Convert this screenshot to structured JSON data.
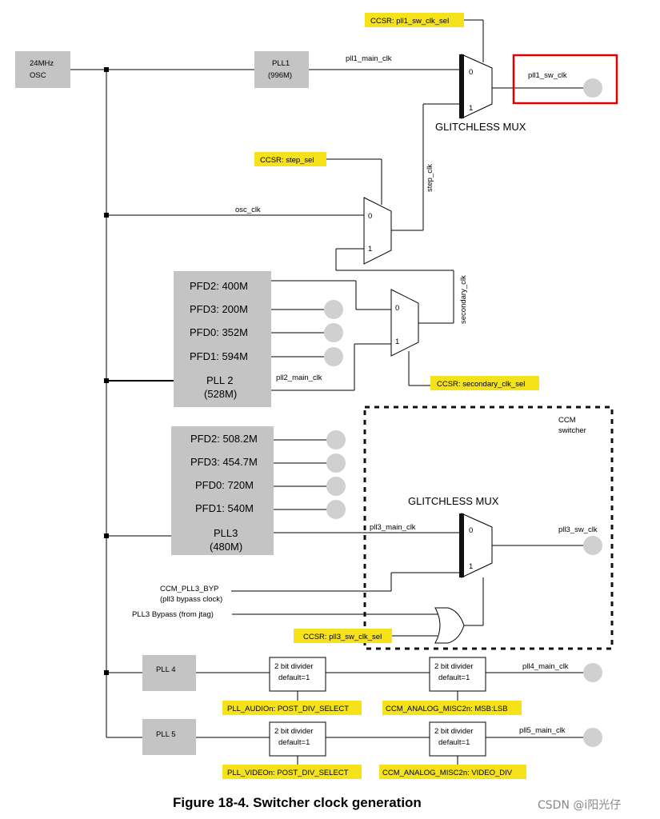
{
  "osc": {
    "line1": "24MHz",
    "line2": "OSC"
  },
  "pll1": {
    "line1": "PLL1",
    "line2": "(996M)"
  },
  "labels": {
    "pll1_main_clk": "pll1_main_clk",
    "pll1_sw_clk": "pll1_sw_clk",
    "ccsr_pll1_sw_clk_sel": "CCSR: pll1_sw_clk_sel",
    "glitchless_mux_1": "GLITCHLESS MUX",
    "ccsr_step_sel": "CCSR: step_sel",
    "step_clk": "step_clk",
    "osc_clk": "osc_clk",
    "secondary_clk": "secondary_clk",
    "pll2_main_clk": "pll2_main_clk",
    "ccsr_secondary_clk_sel": "CCSR: secondary_clk_sel",
    "ccm_switcher_1": "CCM",
    "ccm_switcher_2": "switcher",
    "glitchless_mux_2": "GLITCHLESS MUX",
    "pll3_main_clk": "pll3_main_clk",
    "pll3_sw_clk": "pll3_sw_clk",
    "ccm_pll3_byp": "CCM_PLL3_BYP",
    "pll3_bypass_clock": "(pll3 bypass clock)",
    "pll3_bypass_jtag": "PLL3 Bypass (from jtag)",
    "ccsr_pll3_sw_clk_sel": "CCSR: pll3_sw_clk_sel",
    "pll4_main_clk": "pll4_main_clk",
    "pll5_main_clk": "pll5_main_clk",
    "pll_audio_post_div": "PLL_AUDIOn: POST_DIV_SELECT",
    "ccm_analog_misc2n_msb_lsb": "CCM_ANALOG_MISC2n: MSB:LSB",
    "pll_video_post_div": "PLL_VIDEOn: POST_DIV_SELECT",
    "ccm_analog_misc2n_video_div": "CCM_ANALOG_MISC2n: VIDEO_DIV",
    "mux_0": "0",
    "mux_1": "1"
  },
  "pll2": {
    "pfds": [
      "PFD2: 400M",
      "PFD3: 200M",
      "PFD0: 352M",
      "PFD1: 594M"
    ],
    "name": "PLL 2",
    "freq": "(528M)"
  },
  "pll3": {
    "pfds": [
      "PFD2: 508.2M",
      "PFD3: 454.7M",
      "PFD0: 720M",
      "PFD1: 540M"
    ],
    "name": "PLL3",
    "freq": "(480M)"
  },
  "pll4": {
    "name": "PLL 4"
  },
  "pll5": {
    "name": "PLL 5"
  },
  "divider": {
    "line1": "2 bit divider",
    "line2": "default=1"
  },
  "caption": "Figure 18-4. Switcher clock generation",
  "watermark": "CSDN @i阳光仔",
  "colors": {
    "highlight": "#f5e21b",
    "block": "#c4c4c4",
    "annotation_box": "#e00000"
  }
}
